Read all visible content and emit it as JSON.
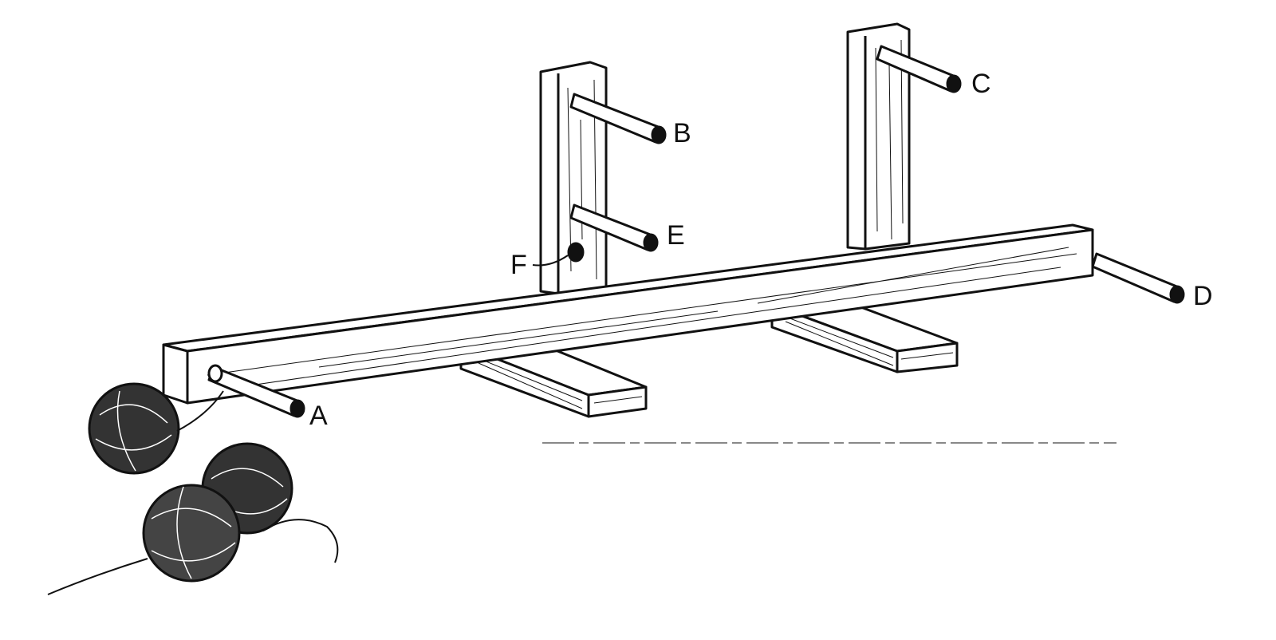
{
  "figure": {
    "labels": {
      "A": "A",
      "B": "B",
      "C": "C",
      "D": "D",
      "E": "E",
      "F": "F"
    },
    "ink_color": "#111111",
    "paper_color": "#ffffff"
  }
}
